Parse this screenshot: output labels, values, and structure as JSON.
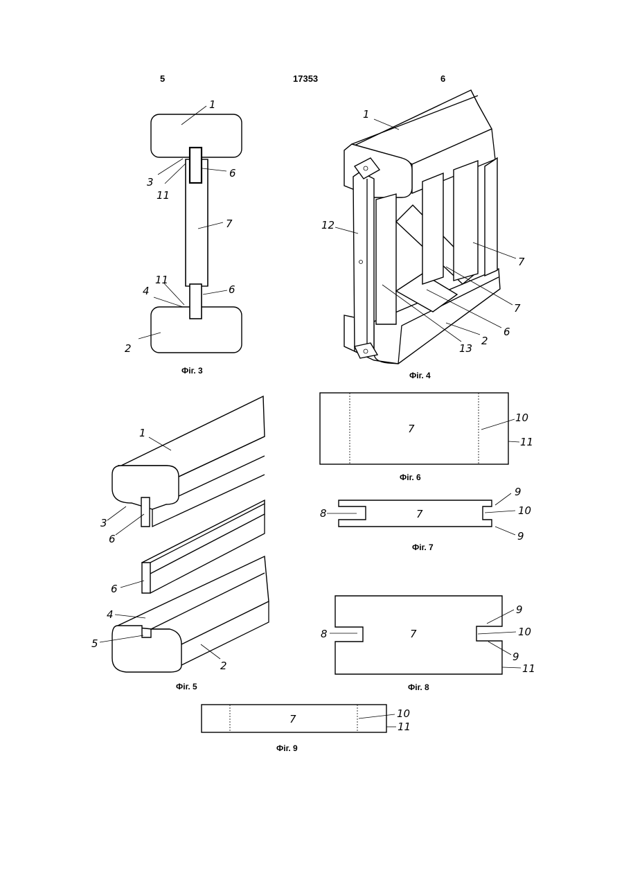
{
  "header": {
    "page_left": "5",
    "doc_number": "17353",
    "page_right": "6"
  },
  "figures": {
    "fig3": {
      "caption": "Фіг. 3",
      "labels": [
        "1",
        "2",
        "3",
        "4",
        "6",
        "6",
        "7",
        "11",
        "11"
      ]
    },
    "fig4": {
      "caption": "Фіг. 4",
      "labels": [
        "1",
        "2",
        "6",
        "7",
        "7",
        "12",
        "13"
      ]
    },
    "fig5": {
      "caption": "Фіг. 5",
      "labels": [
        "1",
        "2",
        "3",
        "4",
        "5",
        "6",
        "6"
      ]
    },
    "fig6": {
      "caption": "Фіг. 6",
      "labels": [
        "7",
        "10",
        "11"
      ]
    },
    "fig7": {
      "caption": "Фіг. 7",
      "labels": [
        "7",
        "8",
        "9",
        "9",
        "10"
      ]
    },
    "fig8": {
      "caption": "Фіг. 8",
      "labels": [
        "7",
        "8",
        "9",
        "9",
        "10",
        "11"
      ]
    },
    "fig9": {
      "caption": "Фіг. 9",
      "labels": [
        "7",
        "10",
        "11"
      ]
    }
  }
}
